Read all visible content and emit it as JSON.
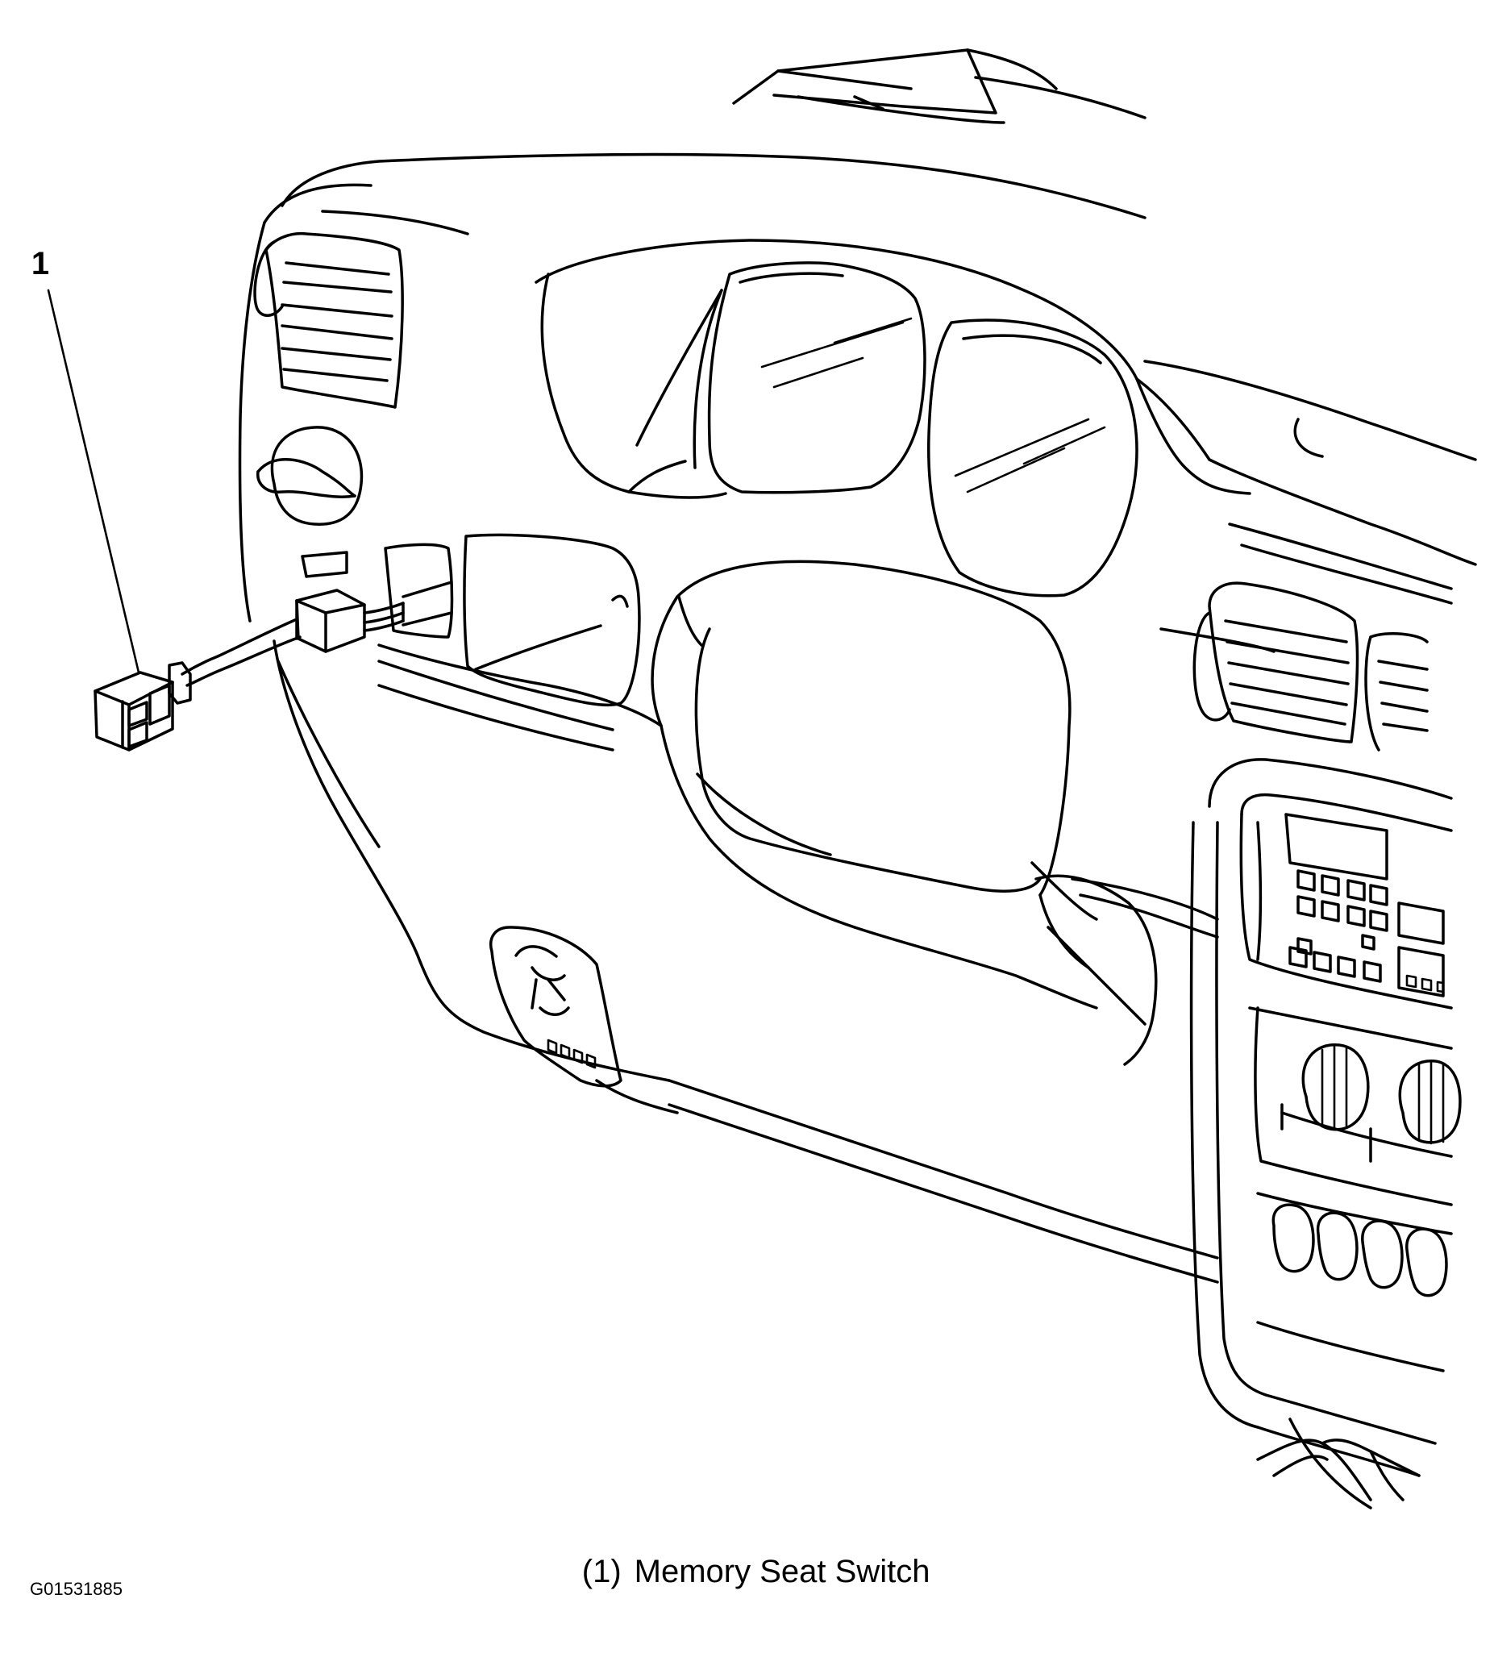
{
  "callout": {
    "number": "1"
  },
  "caption": {
    "marker": "(1)",
    "text": "Memory Seat Switch"
  },
  "figure_id": "G01531885",
  "colors": {
    "line": "#000000",
    "background": "#ffffff"
  }
}
